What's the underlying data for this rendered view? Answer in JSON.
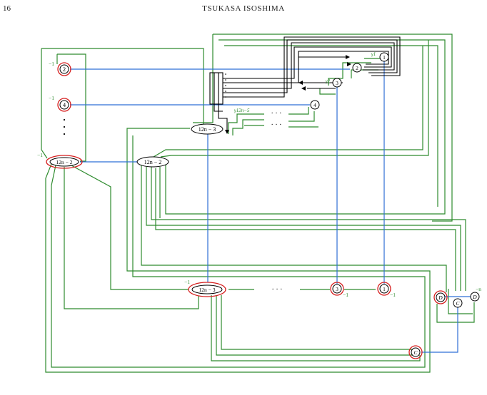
{
  "header": {
    "page_number": "16",
    "running_title": "TSUKASA ISOSHIMA"
  },
  "colors": {
    "green": "#2e8b2e",
    "blue": "#2f6fd6",
    "red": "#d62020",
    "black": "#000000"
  },
  "diagram": {
    "nodes": {
      "n2_left": "2",
      "n4_left": "4",
      "n12n2_left": "12n − 2",
      "n12n3_mid": "12n − 3",
      "n12n2_mid": "12n − 2",
      "n1_top": "1",
      "n2_top": "2",
      "n3_top": "3",
      "n4_top": "4",
      "n12n3_bottom": "12n − 3",
      "n3_bottom": "3",
      "n1_bottom": "1",
      "nD_red": "D",
      "nC_small": "C",
      "nD_plain": "D",
      "nC_bottom": "C"
    },
    "labels": {
      "w_n2_left": "−1",
      "w_n4_left": "−1",
      "w_n12n2_left": "−1",
      "w_n12n3_bottom": "−1",
      "w_n3_bottom": "−1",
      "w_n1_bottom": "−1",
      "w_nD_plain": "−n",
      "gamma1": "γ1",
      "gamma2": "γ2",
      "gamma12n5": "γ12n−5",
      "dots_top1": "· · ·",
      "dots_top2": "· · ·",
      "dots_bottom": "· · ·"
    }
  }
}
